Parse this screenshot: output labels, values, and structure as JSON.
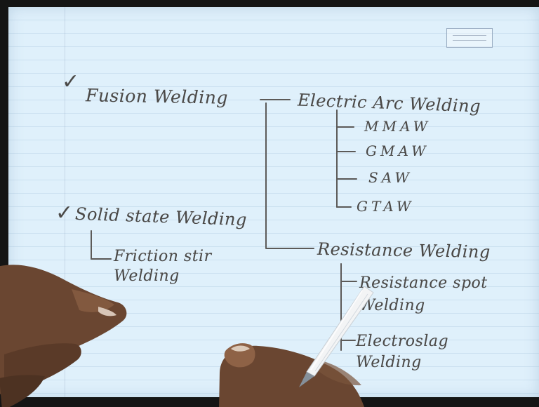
{
  "labels": {
    "fusion": "Fusion Welding",
    "electric_arc": "Electric Arc Welding",
    "mmaw": "MMAW",
    "gmaw": "GMAW",
    "saw": "SAW",
    "gtaw": "GTAW",
    "solid_state": "Solid state Welding",
    "friction_stir": "Friction stir Welding",
    "resistance": "Resistance Welding",
    "resistance_spot": "Resistance spot Welding",
    "electroslag": "Electroslag Welding"
  },
  "ticks": {
    "fusion": "✓",
    "solid_state": "✓"
  },
  "colors": {
    "paper": "#dff0fb",
    "ink": "#4b4947",
    "skin": "#6b4630",
    "pen": "#f0f0f0"
  }
}
